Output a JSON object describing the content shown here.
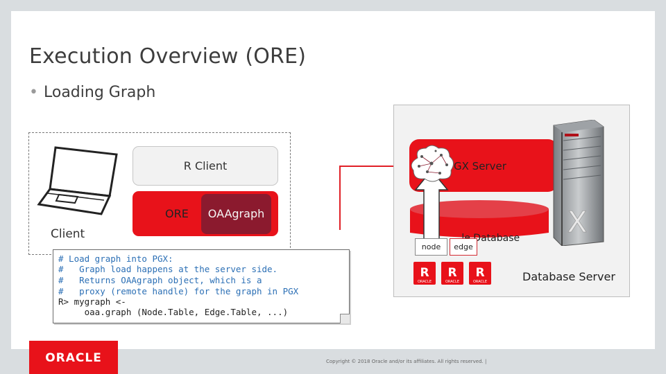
{
  "slide": {
    "title": "Execution Overview (ORE)",
    "bullet": "Loading Graph",
    "copyright": "Copyright © 2018 Oracle and/or its affiliates. All rights reserved. |"
  },
  "client": {
    "label": "Client",
    "r_client": "R Client",
    "ore": "ORE",
    "oaagraph": "OAAgraph"
  },
  "code": {
    "lines": [
      "# Load graph into PGX:",
      "#   Graph load happens at the server side.",
      "#   Returns OAAgraph object, which is a",
      "#   proxy (remote handle) for the graph in PGX",
      "R> mygraph <-",
      "     oaa.graph (Node.Table, Edge.Table, ...)"
    ]
  },
  "server": {
    "pgx_label": "GX Server",
    "db_label": "...le Database",
    "node_tag": "node",
    "edge_tag": "edge",
    "server_label": "Database Server",
    "r_icon_letter": "R",
    "r_icon_caption": "ORACLE"
  },
  "logo": {
    "text": "ORACLE"
  },
  "colors": {
    "oracle_red": "#e8121a",
    "oaagraph": "#8b1a2e",
    "comment": "#2b6fb5"
  }
}
